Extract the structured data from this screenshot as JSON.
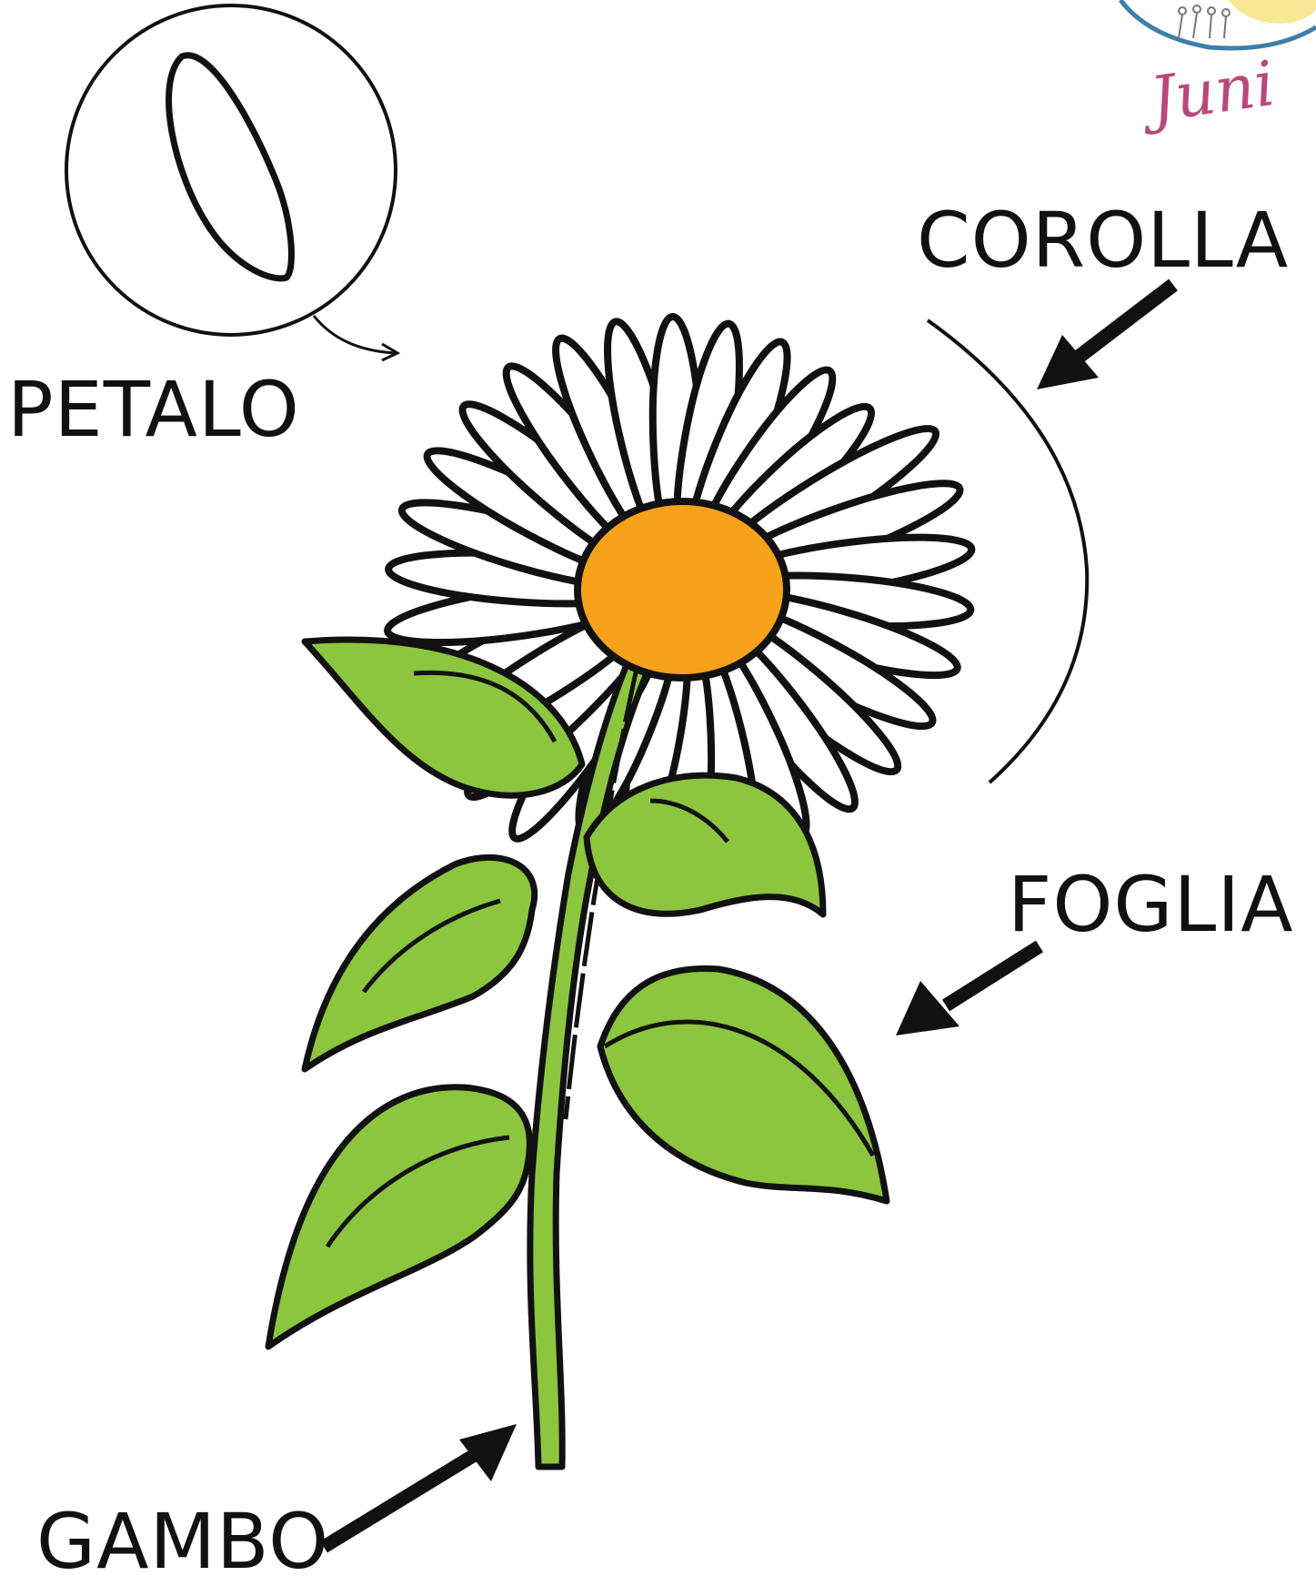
{
  "labels": {
    "petalo": "PETALO",
    "corolla": "COROLLA",
    "foglia": "FOGLIA",
    "gambo": "GAMBO"
  },
  "logo": {
    "text": "Juni"
  },
  "colors": {
    "petal_fill": "#ffffff",
    "outline": "#111111",
    "center_fill": "#f7a21b",
    "leaf_fill": "#8cc63e",
    "stem_fill": "#8cc63e",
    "logo_accent": "#b9477a",
    "logo_ring": "#3c7fa8"
  }
}
